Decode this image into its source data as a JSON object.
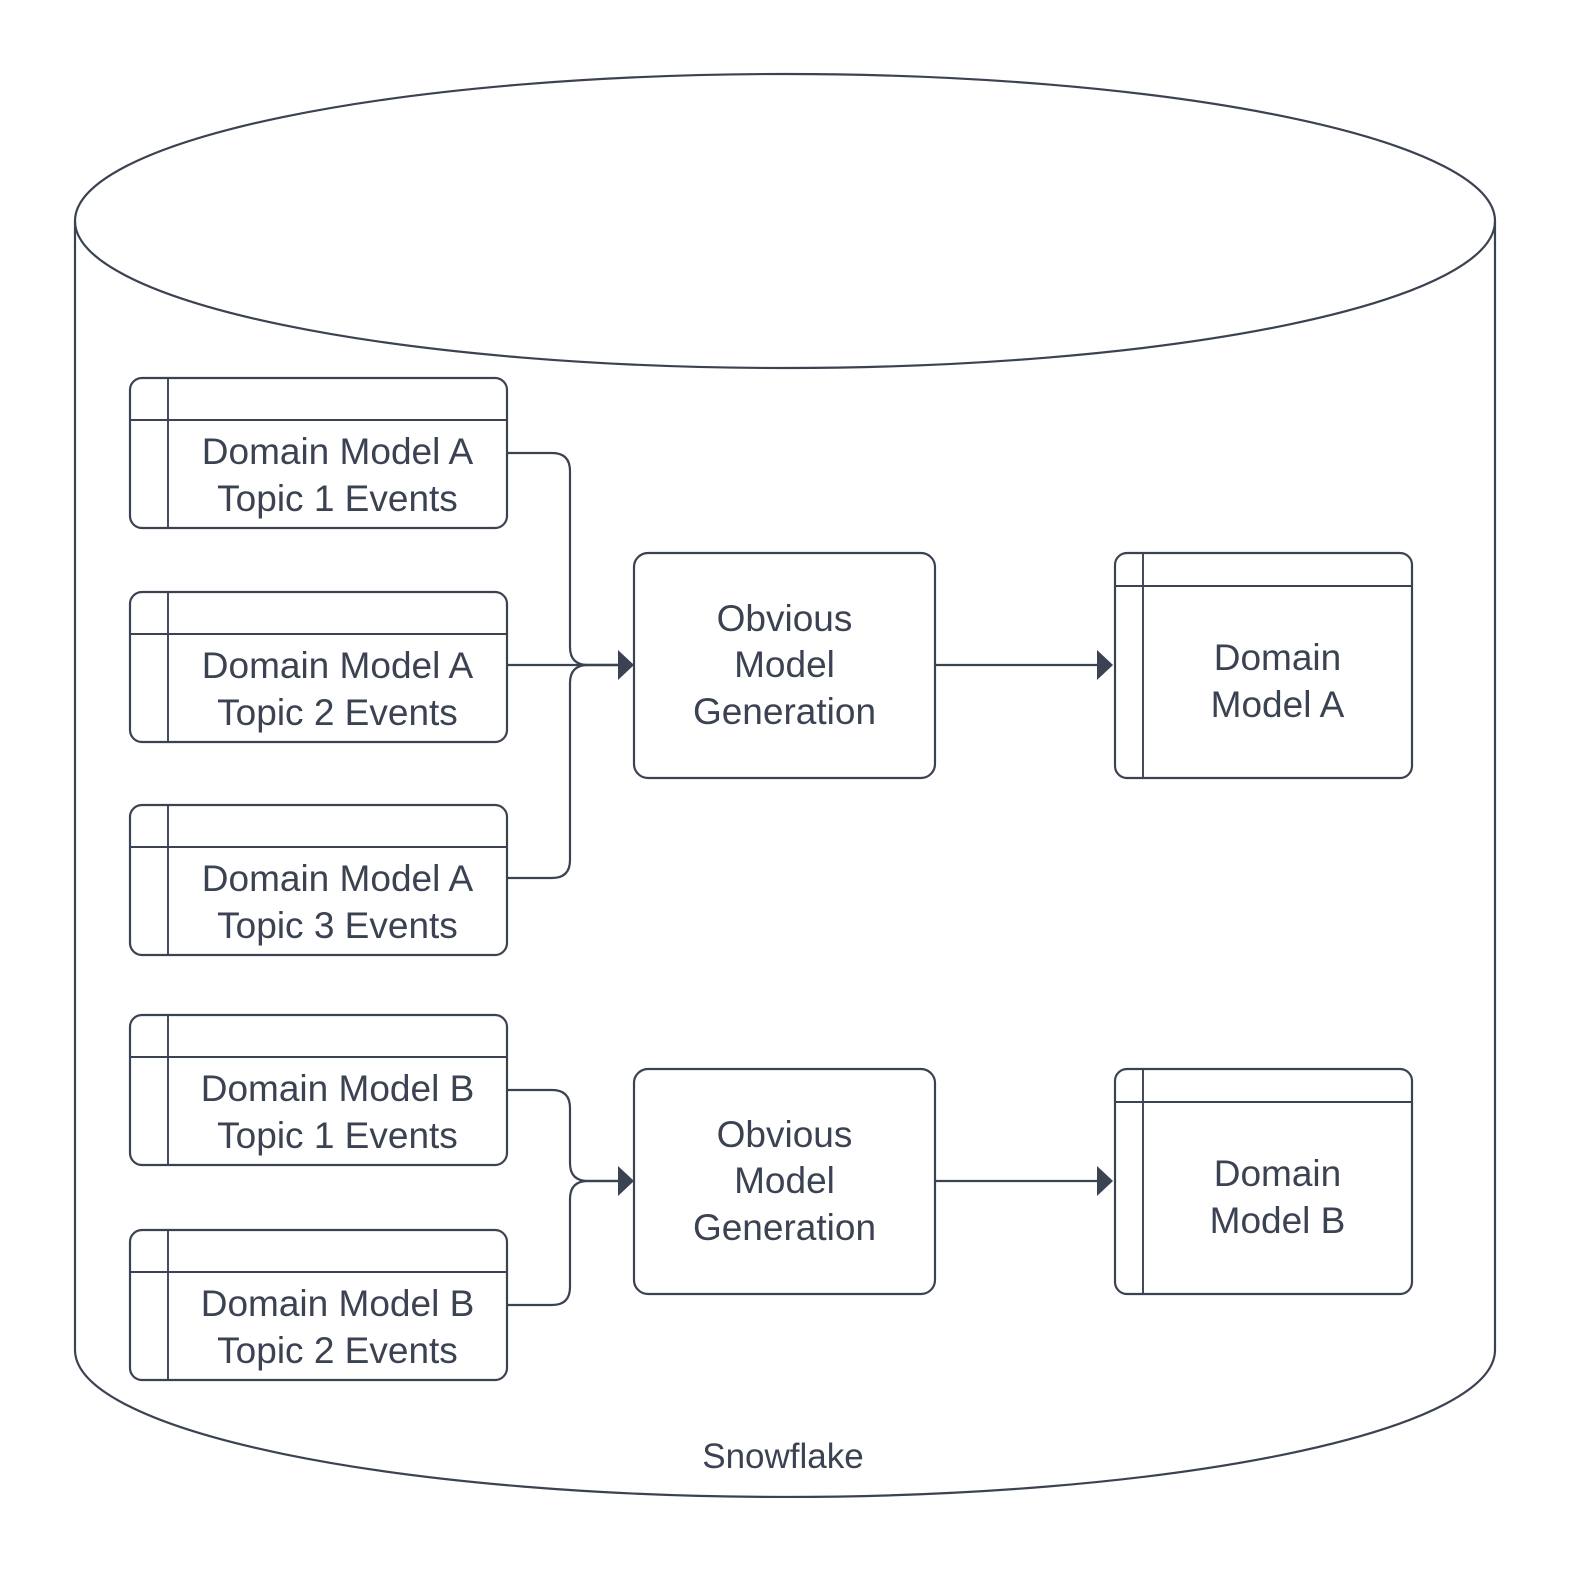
{
  "diagram": {
    "type": "flowchart",
    "title_label": "Snowflake",
    "colors": {
      "stroke": "#3b4252",
      "text": "#3b4252",
      "fill": "#ffffff",
      "background": "#ffffff"
    },
    "container": {
      "name": "Snowflake",
      "shape": "cylinder",
      "label": "Snowflake"
    },
    "sources": [
      {
        "id": "a-topic-1",
        "line1": "Domain Model A",
        "line2": "Topic 1 Events",
        "text": "Domain Model A\nTopic 1 Events",
        "shape": "table"
      },
      {
        "id": "a-topic-2",
        "line1": "Domain Model A",
        "line2": "Topic 2 Events",
        "text": "Domain Model A\nTopic 2 Events",
        "shape": "table"
      },
      {
        "id": "a-topic-3",
        "line1": "Domain Model A",
        "line2": "Topic 3 Events",
        "text": "Domain Model A\nTopic 3 Events",
        "shape": "table"
      },
      {
        "id": "b-topic-1",
        "line1": "Domain Model B",
        "line2": "Topic 1 Events",
        "text": "Domain Model B\nTopic 1 Events",
        "shape": "table"
      },
      {
        "id": "b-topic-2",
        "line1": "Domain Model B",
        "line2": "Topic 2 Events",
        "text": "Domain Model B\nTopic 2 Events",
        "shape": "table"
      }
    ],
    "processes": [
      {
        "id": "omg-a",
        "text": "Obvious\nModel\nGeneration",
        "line1": "Obvious",
        "line2": "Model",
        "line3": "Generation",
        "shape": "rounded-rect"
      },
      {
        "id": "omg-b",
        "text": "Obvious\nModel\nGeneration",
        "line1": "Obvious",
        "line2": "Model",
        "line3": "Generation",
        "shape": "rounded-rect"
      }
    ],
    "results": [
      {
        "id": "model-a",
        "text": "Domain\nModel A",
        "line1": "Domain",
        "line2": "Model A",
        "shape": "table"
      },
      {
        "id": "model-b",
        "text": "Domain\nModel B",
        "line1": "Domain",
        "line2": "Model B",
        "shape": "table"
      }
    ],
    "edges": [
      {
        "from": "a-topic-1",
        "to": "omg-a"
      },
      {
        "from": "a-topic-2",
        "to": "omg-a"
      },
      {
        "from": "a-topic-3",
        "to": "omg-a"
      },
      {
        "from": "omg-a",
        "to": "model-a"
      },
      {
        "from": "b-topic-1",
        "to": "omg-b"
      },
      {
        "from": "b-topic-2",
        "to": "omg-b"
      },
      {
        "from": "omg-b",
        "to": "model-b"
      }
    ]
  }
}
